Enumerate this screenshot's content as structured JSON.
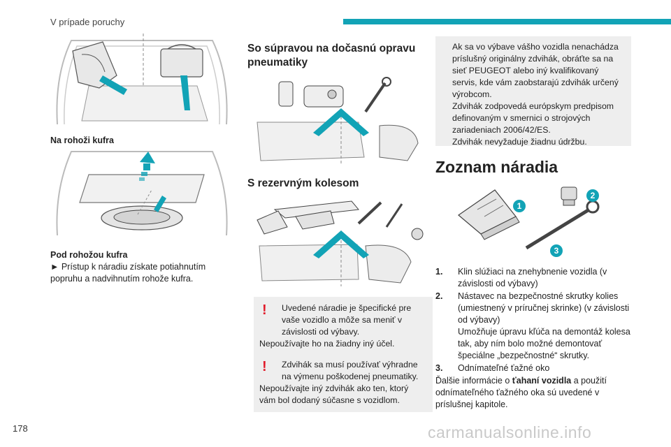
{
  "header": {
    "section": "V prípade poruchy"
  },
  "page_number": "178",
  "watermark": "carmanualsonline.info",
  "left": {
    "caption1": "Na rohoži kufra",
    "caption2_title": "Pod rohožou kufra",
    "caption2_text": "► Prístup k náradiu získate potiahnutím popruhu a nadvihnutím rohože kufra."
  },
  "middle": {
    "heading1": "So súpravou na dočasnú opravu pneumatiky",
    "heading2": "S rezervným kolesom",
    "warning1": {
      "first": "Uvedené náradie je špecifické pre vaše vozidlo a môže sa meniť v závislosti od výbavy.",
      "second": "Nepoužívajte ho na žiadny iný účel."
    },
    "warning2": {
      "first": "Zdvihák sa musí používať výhradne na výmenu poškodenej pneumatiky.",
      "second": "Nepoužívajte iný zdvihák ako ten, ktorý vám bol dodaný súčasne s vozidlom."
    }
  },
  "right": {
    "note": {
      "p1": "Ak sa vo výbave vášho vozidla nenachádza príslušný originálny zdvihák, obráťte sa na sieť PEUGEOT alebo iný kvalifikovaný servis, kde vám zaobstarajú zdvihák určený výrobcom.",
      "p2": "Zdvihák zodpovedá európskym predpisom definovaným v smernici o strojových zariadeniach 2006/42/ES.",
      "p3": "Zdvihák nevyžaduje žiadnu údržbu."
    },
    "heading": "Zoznam náradia",
    "badges": [
      "1",
      "2",
      "3"
    ],
    "items": [
      {
        "num": "1.",
        "text": "Klin slúžiaci na znehybnenie vozidla (v závislosti od výbavy)"
      },
      {
        "num": "2.",
        "text": "Nástavec na bezpečnostné skrutky kolies (umiestnený v príručnej skrinke) (v závislosti od výbavy)",
        "extra": "Umožňuje úpravu kľúča na demontáž kolesa tak, aby ním bolo možné demontovať špeciálne „bezpečnostné“ skrutky."
      },
      {
        "num": "3.",
        "text": "Odnímateľné ťažné oko"
      }
    ],
    "para": {
      "before": "Ďalšie informácie o ",
      "bold": "ťahaní vozidla",
      "after": " a použití odnímateľného ťažného oka sú uvedené v príslušnej kapitole."
    }
  },
  "colors": {
    "accent": "#12a3b6",
    "warning": "#e11b2a",
    "note_bg": "#eeeeee"
  }
}
